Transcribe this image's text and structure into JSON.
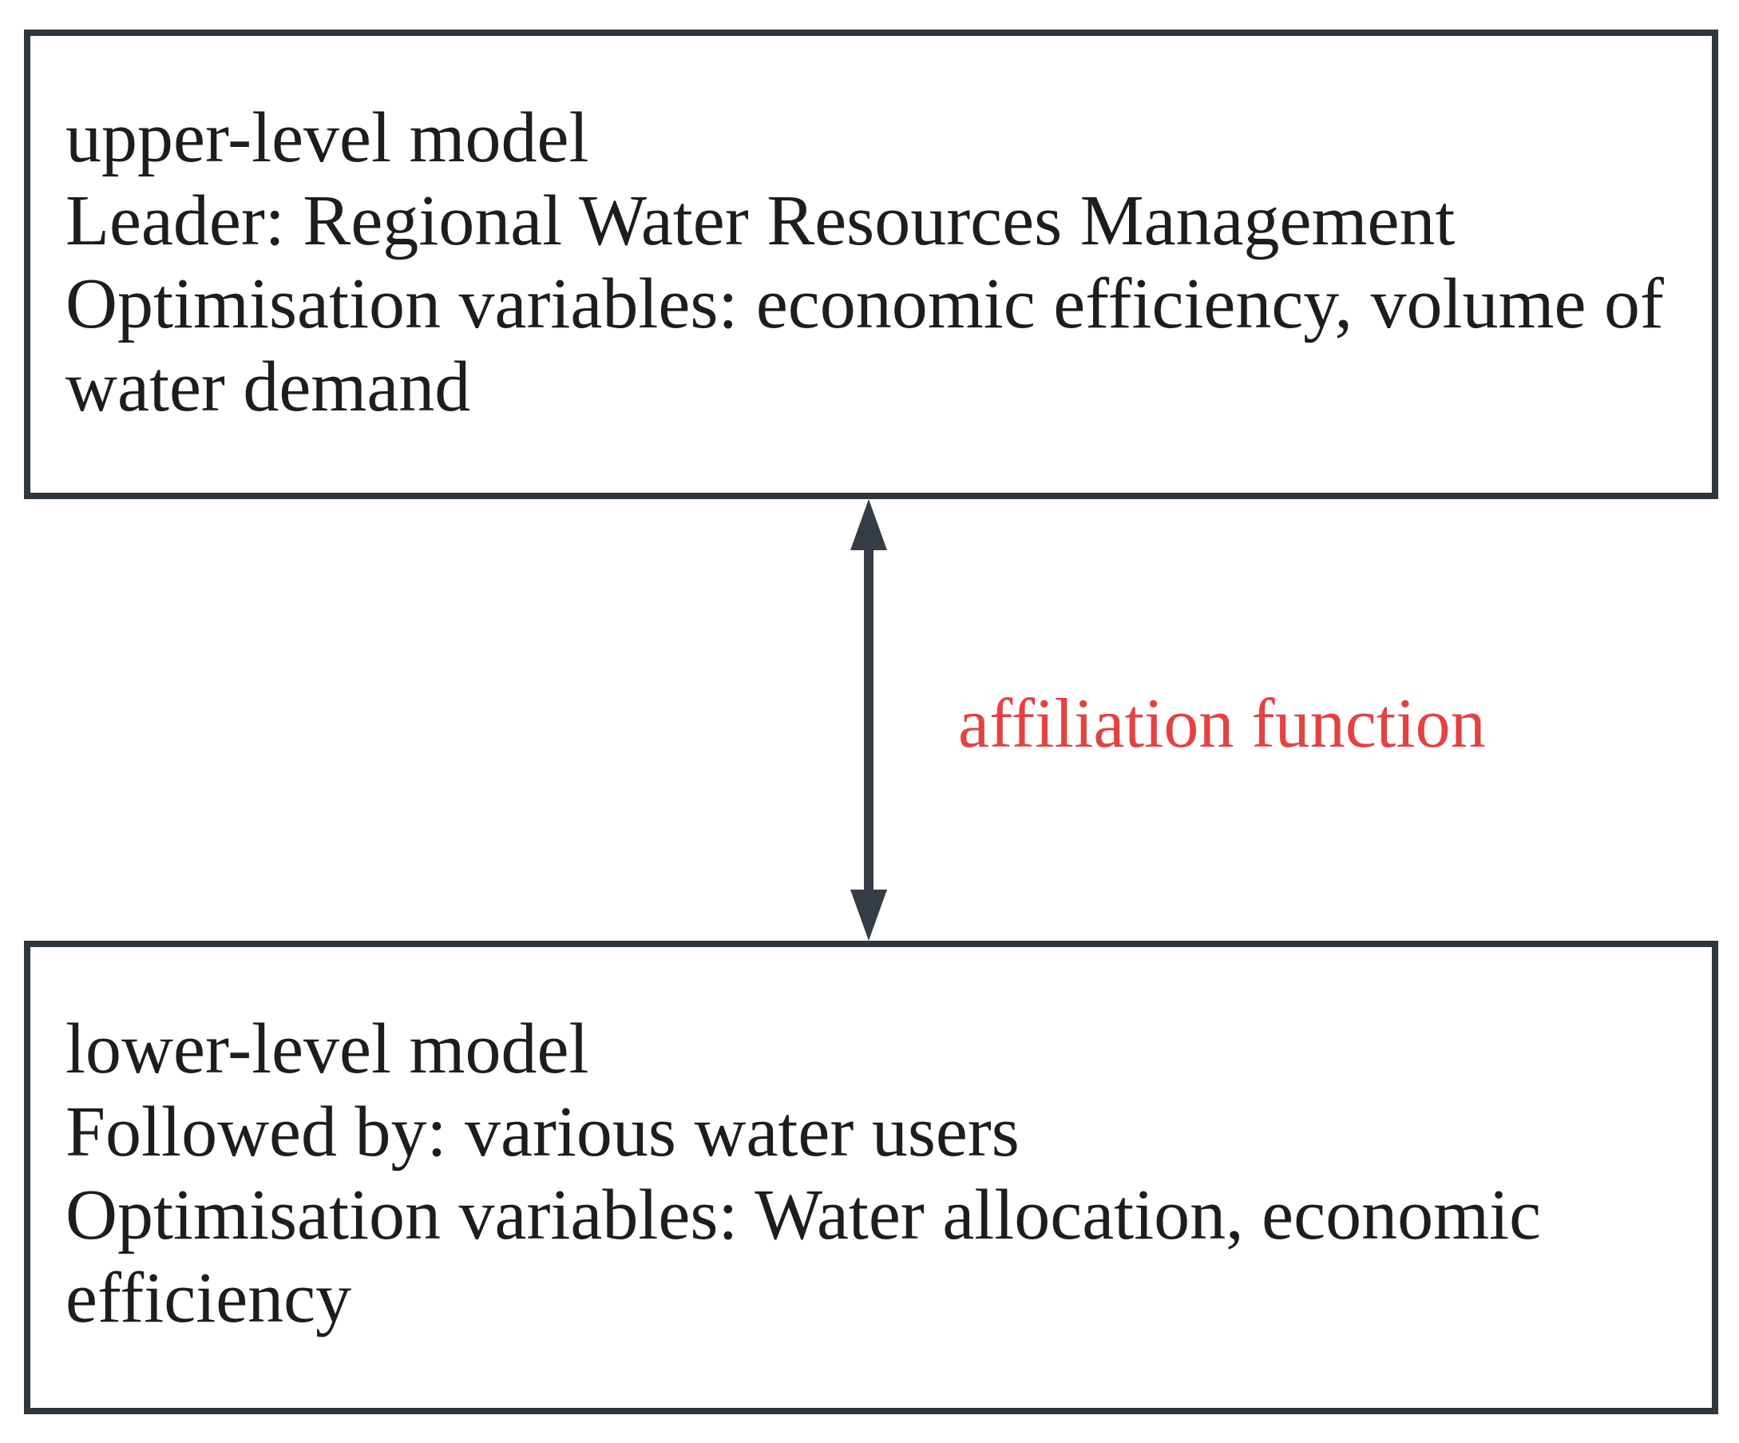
{
  "colors": {
    "box_border": "#2e3640",
    "arrow": "#363c45",
    "text": "#1d1d1f",
    "label_red": "#e24341",
    "background": "#ffffff"
  },
  "upper_box": {
    "role": "upper-level model",
    "lines": [
      "upper-level model",
      "Leader: Regional Water Resources Management",
      "Optimisation variables: economic efficiency, volume of",
      "water demand"
    ]
  },
  "arrow": {
    "type": "double-headed-vertical",
    "label": "affiliation function"
  },
  "lower_box": {
    "role": "lower-level model",
    "lines": [
      "lower-level model",
      "Followed by: various water users",
      "Optimisation variables: Water allocation, economic",
      "efficiency"
    ]
  }
}
